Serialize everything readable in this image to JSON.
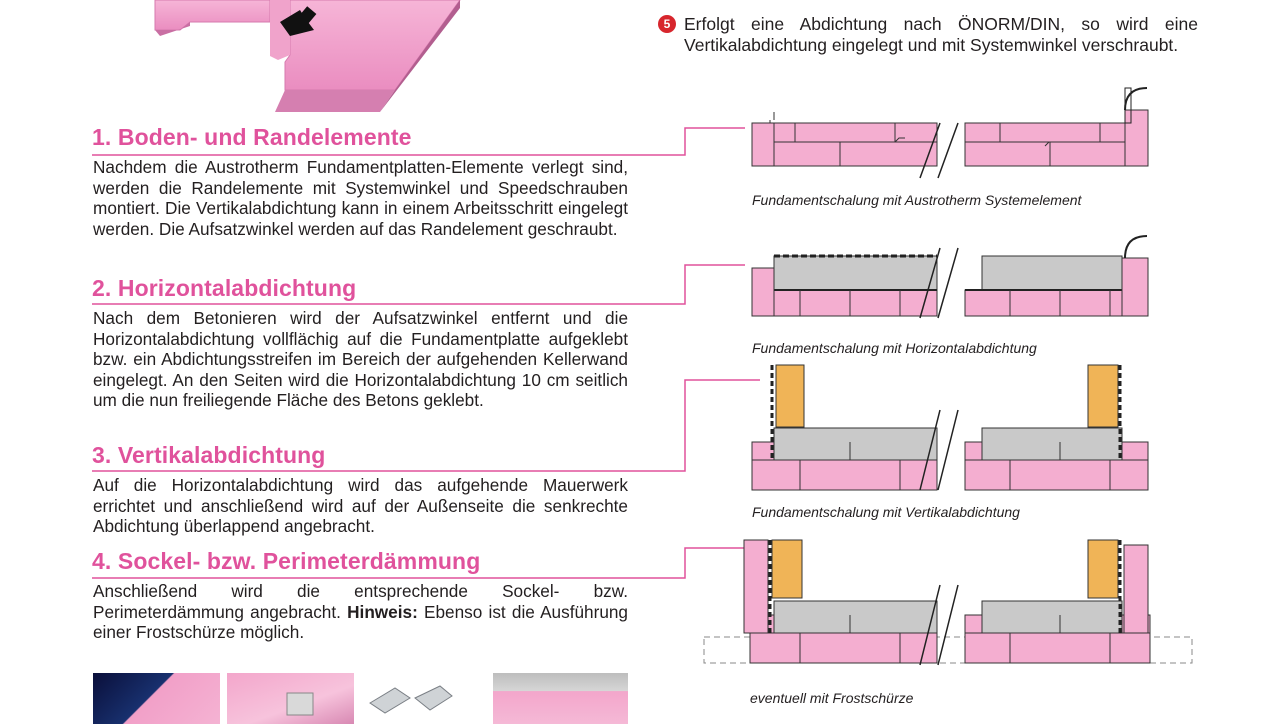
{
  "note": {
    "number": "5",
    "text": "Erfolgt eine Abdichtung nach ÖNORM/DIN, so wird eine Vertikalabdichtung eingelegt und mit Systemwinkel verschraubt."
  },
  "sections": [
    {
      "heading": "1. Boden- und Randelemente",
      "text": "Nachdem die Austrotherm Fundamentplatten-Elemente verlegt sind, werden die Randelemente mit Systemwinkel und Speedschrauben montiert. Die Vertikalabdichtung kann in einem Arbeitsschritt eingelegt werden. Die Aufsatzwinkel werden auf das Randelement geschraubt."
    },
    {
      "heading": "2. Horizontalabdichtung",
      "text": "Nach dem Betonieren wird der Aufsatzwinkel entfernt und die Horizontalabdichtung vollflächig auf die Fundamentplatte aufgeklebt bzw. ein Abdichtungsstreifen im Bereich der aufgehenden Kellerwand eingelegt. An den Seiten wird die Horizontalabdichtung 10 cm seitlich um die nun freiliegende Fläche des Betons geklebt."
    },
    {
      "heading": "3. Vertikalabdichtung",
      "text": "Auf die Horizontalabdichtung wird das aufgehende Mauerwerk errichtet und anschließend wird auf der Außenseite die senkrechte Abdichtung überlappend angebracht."
    },
    {
      "heading": "4. Sockel- bzw. Perimeterdämmung",
      "text": "Anschließend wird die entsprechende Sockel- bzw. Perimeterdämmung angebracht. ",
      "hint_label": "Hinweis:",
      "hint_text": " Ebenso ist die Ausführung einer Frostschürze möglich."
    }
  ],
  "captions": [
    "Fundamentschalung mit Austrotherm Systemelement",
    "Fundamentschalung mit Horizontalabdichtung",
    "Fundamentschalung mit Vertikalabdichtung",
    "eventuell mit Frostschürze"
  ],
  "colors": {
    "brand_pink": "#e0529c",
    "insulation_pink": "#f4aed0",
    "concrete_gray": "#c9c9c9",
    "brick_orange": "#f0b457",
    "badge_red": "#d7262d"
  }
}
